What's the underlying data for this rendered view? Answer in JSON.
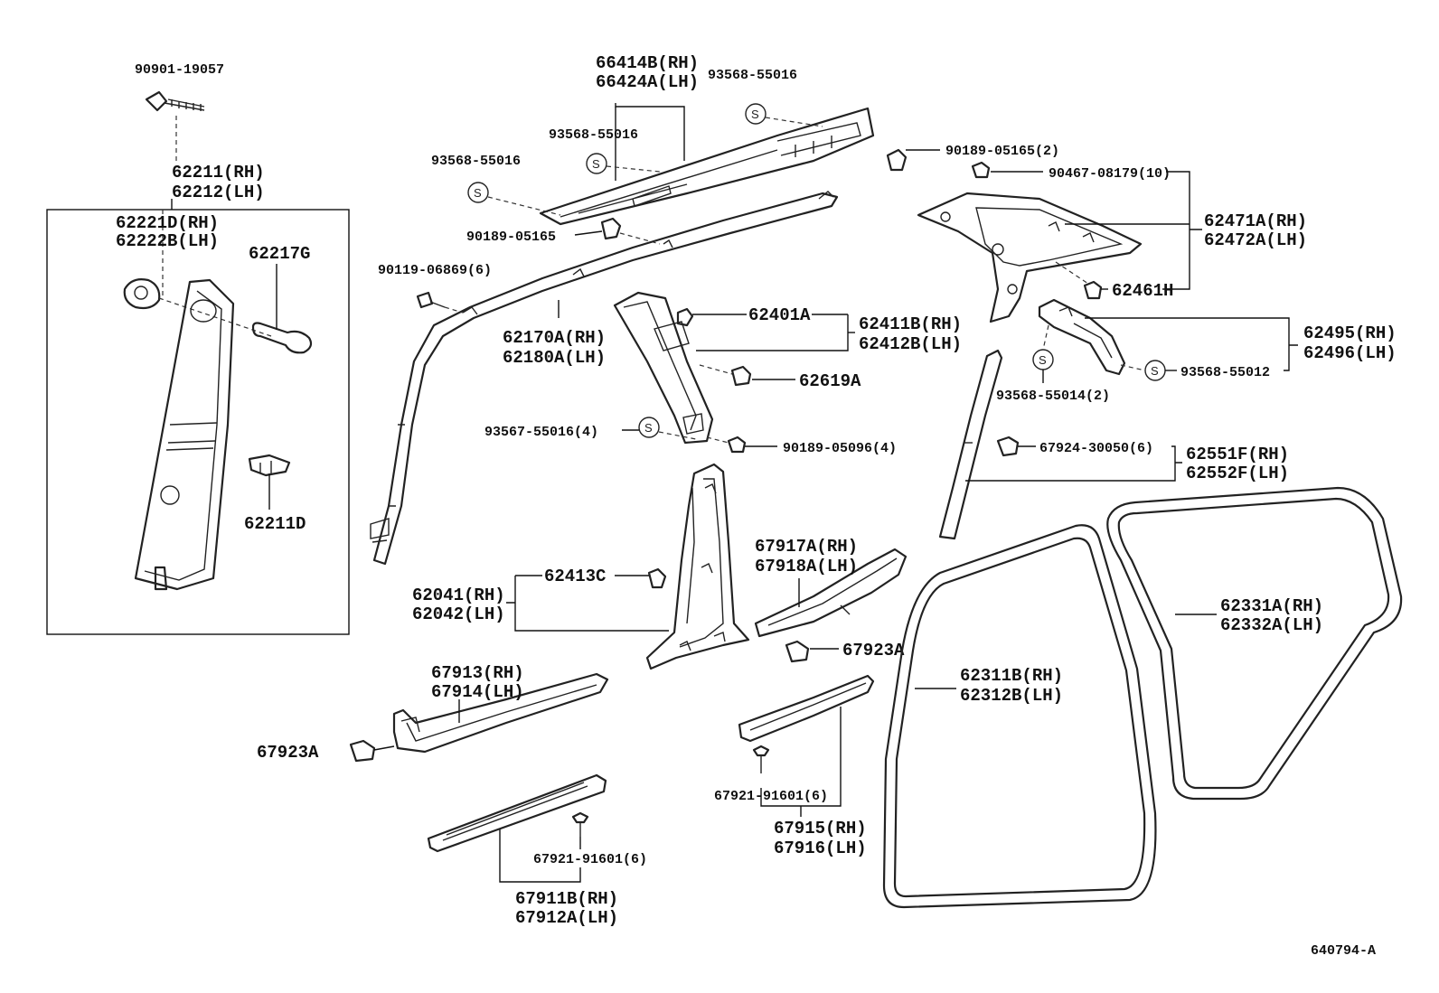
{
  "diagram_id": "640794-A",
  "labels": {
    "p_90901_19057": "90901-19057",
    "p_62211": "62211(RH)",
    "p_62212": "62212(LH)",
    "p_62221d": "62221D(RH)",
    "p_62222b": "62222B(LH)",
    "p_62217g": "62217G",
    "p_62211d": "62211D",
    "p_66414b": "66414B(RH)",
    "p_66424a": "66424A(LH)",
    "p_93568_55016_a": "93568-55016",
    "p_93568_55016_b": "93568-55016",
    "p_93568_55016_c": "93568-55016",
    "p_90189_05165_a": "90189-05165",
    "p_90119_06869": "90119-06869(6)",
    "p_62170a": "62170A(RH)",
    "p_62180a": "62180A(LH)",
    "p_62401a": "62401A",
    "p_62411b": "62411B(RH)",
    "p_62412b": "62412B(LH)",
    "p_62619a": "62619A",
    "p_93567_55016": "93567-55016(4)",
    "p_90189_05096": "90189-05096(4)",
    "p_90189_05165_b": "90189-05165(2)",
    "p_90467_08179": "90467-08179(10)",
    "p_62471a": "62471A(RH)",
    "p_62472a": "62472A(LH)",
    "p_62461h": "62461H",
    "p_62495": "62495(RH)",
    "p_62496": "62496(LH)",
    "p_93568_55014": "93568-55014(2)",
    "p_93568_55012": "93568-55012",
    "p_67924_30050": "67924-30050(6)",
    "p_62551f": "62551F(RH)",
    "p_62552f": "62552F(LH)",
    "p_62413c": "62413C",
    "p_62041": "62041(RH)",
    "p_62042": "62042(LH)",
    "p_67917a": "67917A(RH)",
    "p_67918a": "67918A(LH)",
    "p_67923a_a": "67923A",
    "p_67923a_b": "67923A",
    "p_67913": "67913(RH)",
    "p_67914": "67914(LH)",
    "p_67921_91601_a": "67921-91601(6)",
    "p_67921_91601_b": "67921-91601(6)",
    "p_67915": "67915(RH)",
    "p_67916": "67916(LH)",
    "p_67911b": "67911B(RH)",
    "p_67912a": "67912A(LH)",
    "p_62311b": "62311B(RH)",
    "p_62312b": "62312B(LH)",
    "p_62331a": "62331A(RH)",
    "p_62332a": "62332A(LH)"
  },
  "symbols": {
    "s_mark": "S"
  }
}
